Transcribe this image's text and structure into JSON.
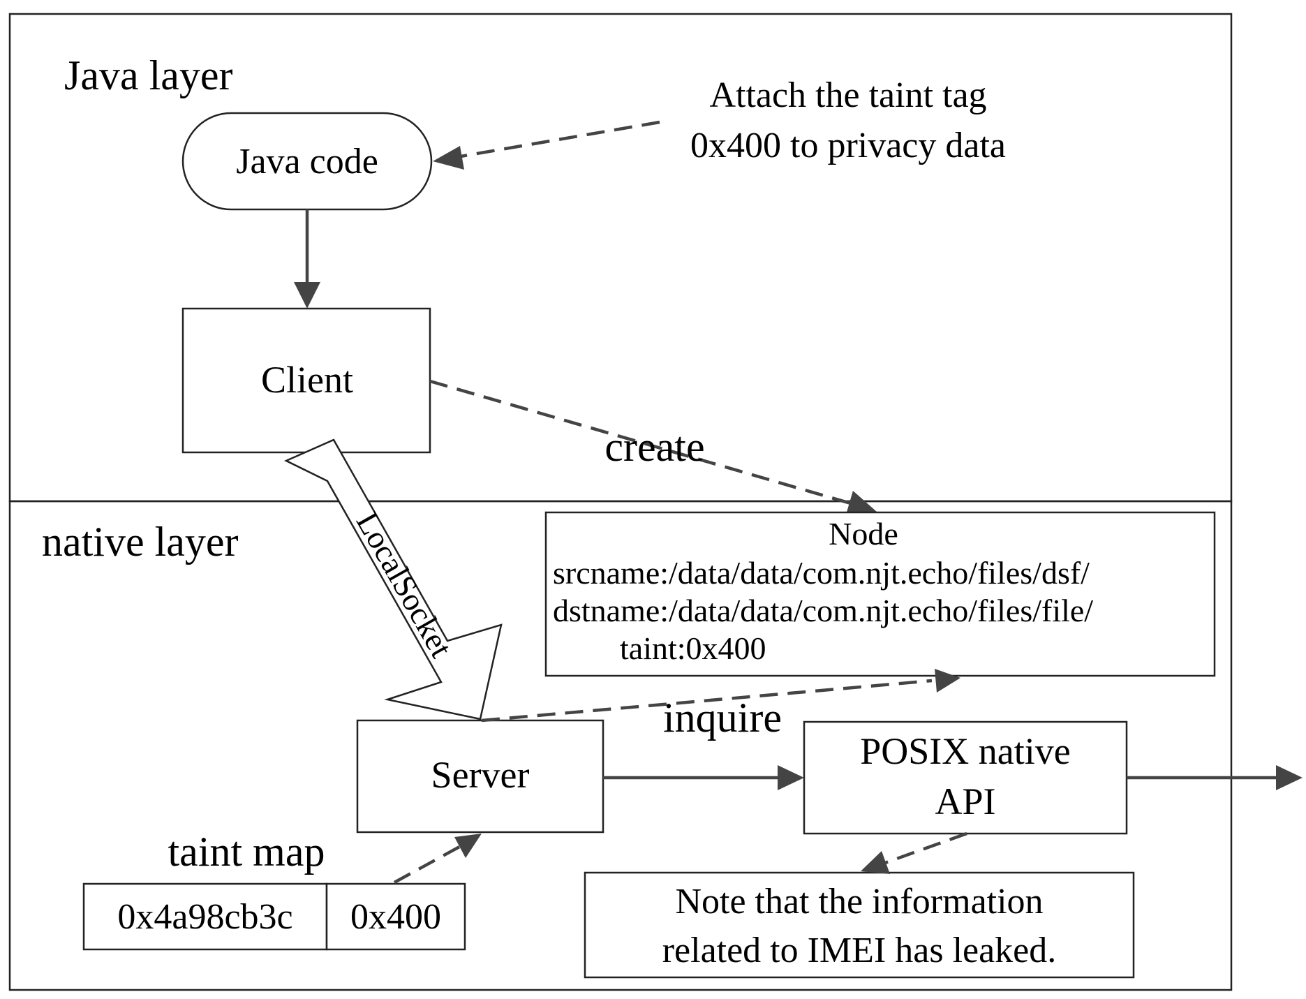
{
  "layers": {
    "java": "Java layer",
    "native": "native layer"
  },
  "nodes": {
    "java_code": "Java code",
    "client": "Client",
    "server": "Server",
    "posix_line1": "POSIX native",
    "posix_line2": "API",
    "node_box": {
      "title": "Node",
      "srcname": "srcname:/data/data/com.njt.echo/files/dsf/",
      "dstname": "dstname:/data/data/com.njt.echo/files/file/",
      "taint": "taint:0x400"
    },
    "taint_map": {
      "label": "taint map",
      "key": "0x4a98cb3c",
      "value": "0x400"
    },
    "note_line1": "Note that the information",
    "note_line2": "related to IMEI has leaked."
  },
  "annotations": {
    "attach_line1": "Attach the taint tag",
    "attach_line2": "0x400 to privacy data",
    "create": "create",
    "inquire": "inquire",
    "localsocket": "LocalSocket"
  },
  "colors": {
    "line": "#444444",
    "border": "#222222",
    "background": "#ffffff"
  }
}
